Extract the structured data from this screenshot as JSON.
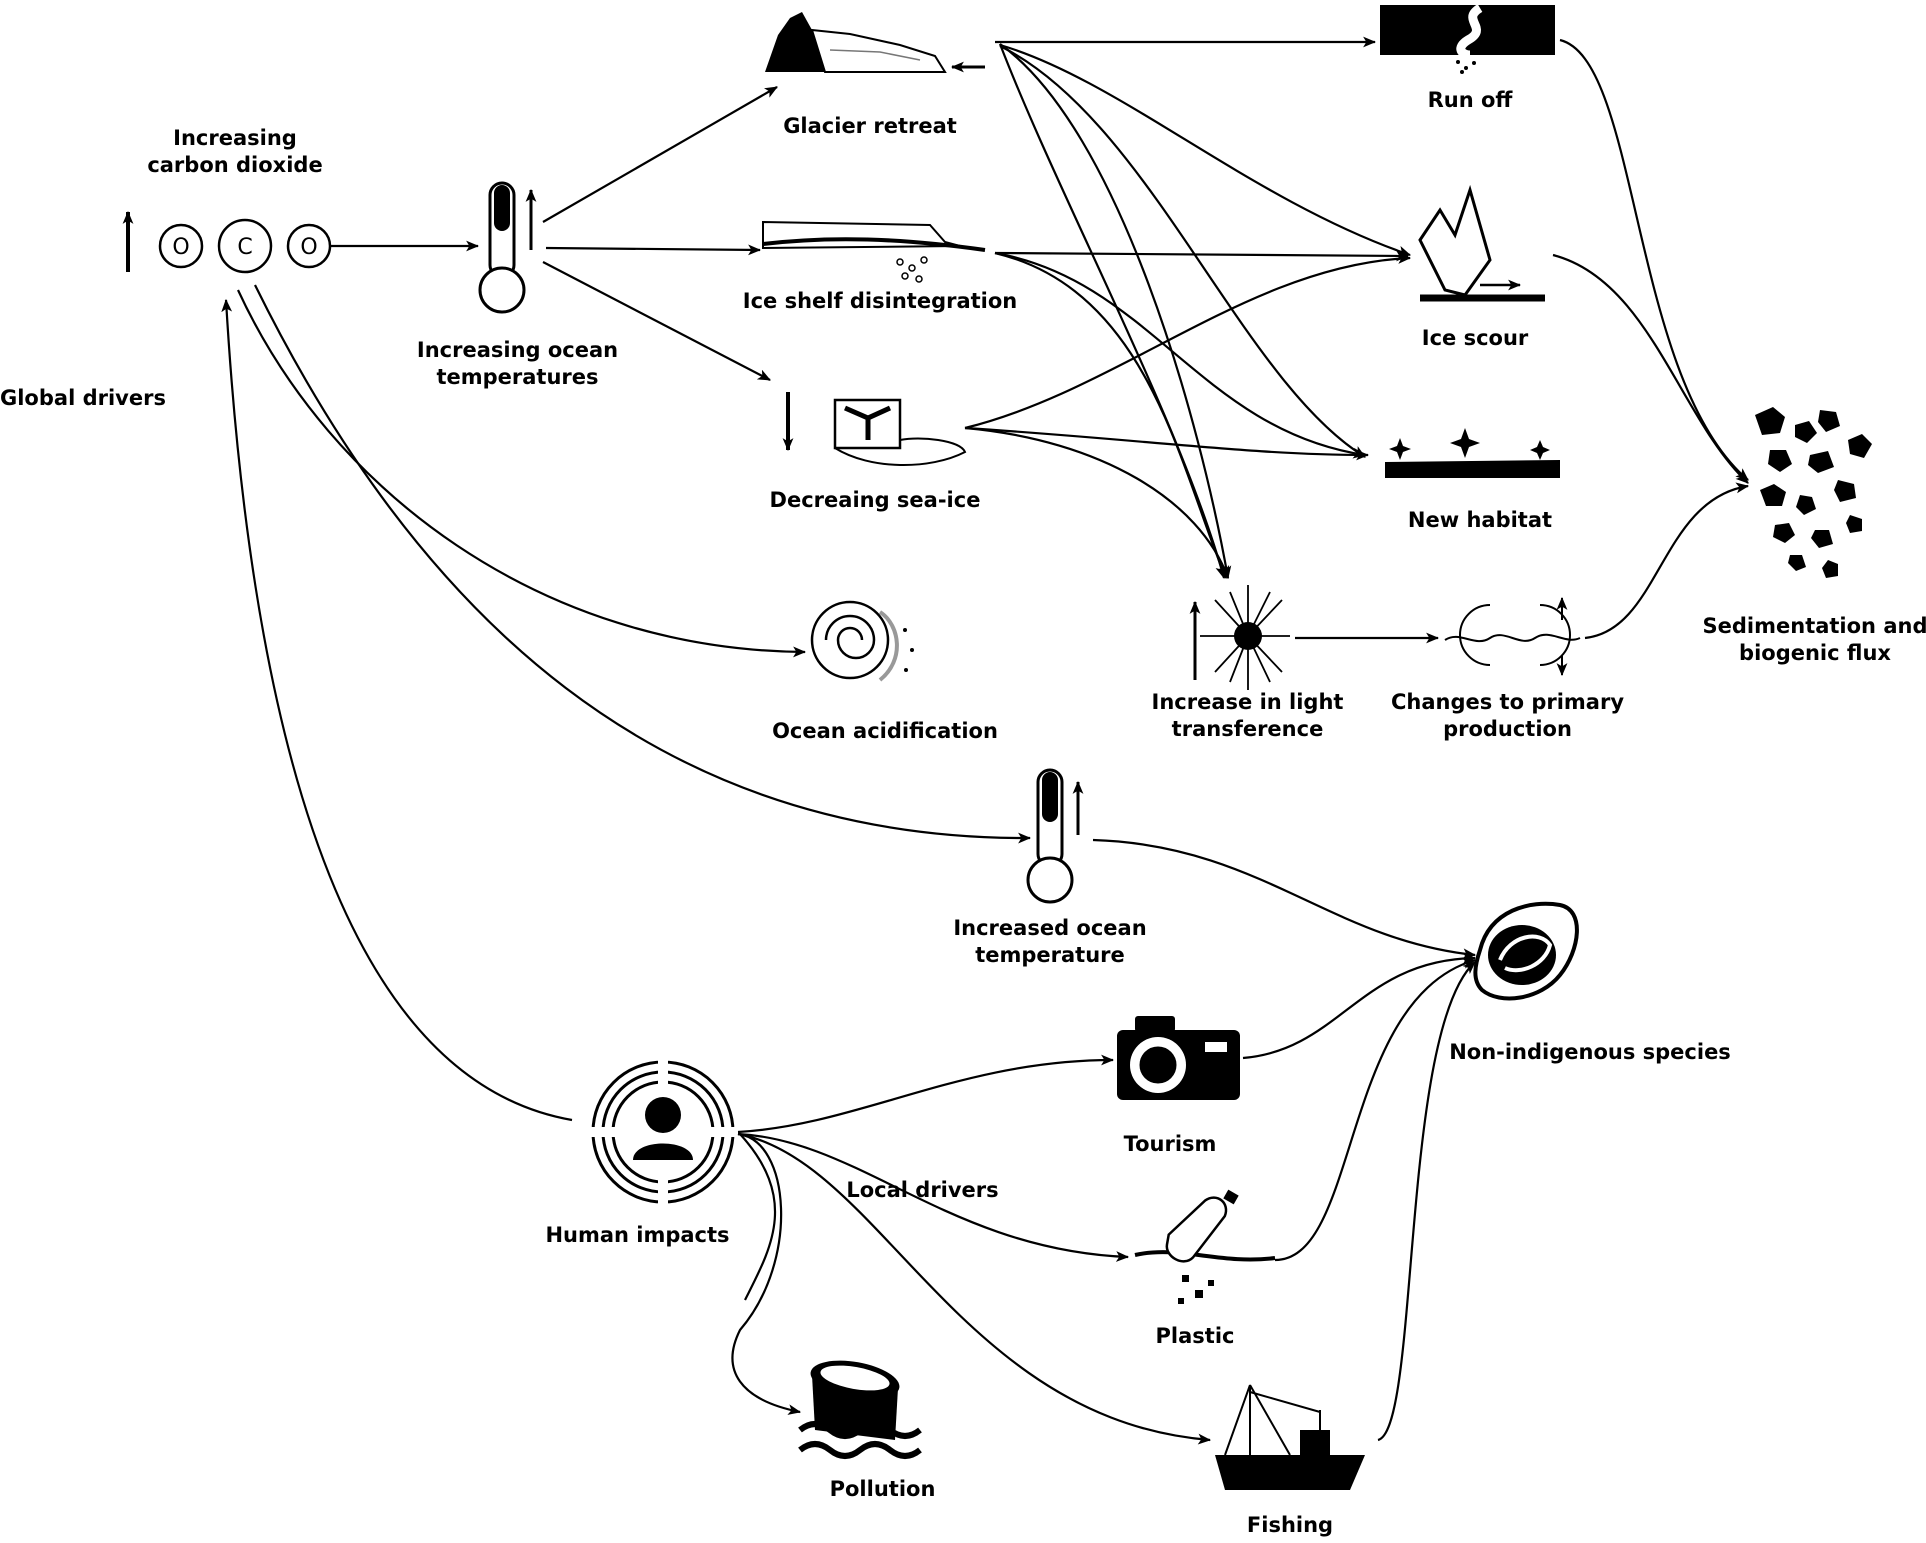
{
  "labels": {
    "co2": [
      "Increasing",
      "carbon dioxide"
    ],
    "global_drivers": "Global drivers",
    "ocean_temp": [
      "Increasing ocean",
      "temperatures"
    ],
    "glacier": "Glacier retreat",
    "ice_shelf": "Ice shelf disintegration",
    "sea_ice": "Decreaing sea-ice",
    "acidification": "Ocean acidification",
    "run_off": "Run off",
    "ice_scour": "Ice scour",
    "new_habitat": "New habitat",
    "light": [
      "Increase in light",
      "transference"
    ],
    "primary": [
      "Changes to primary",
      "production"
    ],
    "sedimentation": [
      "Sedimentation and",
      "biogenic flux"
    ],
    "increased_temp": [
      "Increased ocean",
      "temperature"
    ],
    "nis": "Non-indigenous species",
    "human": "Human impacts",
    "local_drivers": "Local drivers",
    "tourism": "Tourism",
    "plastic": "Plastic",
    "pollution": "Pollution",
    "fishing": "Fishing"
  },
  "icons": [
    "co2-molecule-icon",
    "thermometer-icon",
    "glacier-icon",
    "ice-shelf-icon",
    "sea-ice-cube-icon",
    "shell-icon",
    "river-runoff-icon",
    "iceberg-scour-icon",
    "seabed-habitat-icon",
    "light-burst-icon",
    "primary-production-icon",
    "sediment-particles-icon",
    "oyster-icon",
    "human-target-icon",
    "camera-icon",
    "bottle-icon",
    "barrel-icon",
    "fishing-boat-icon"
  ],
  "colors": {
    "ink": "#000000",
    "background": "#ffffff"
  }
}
